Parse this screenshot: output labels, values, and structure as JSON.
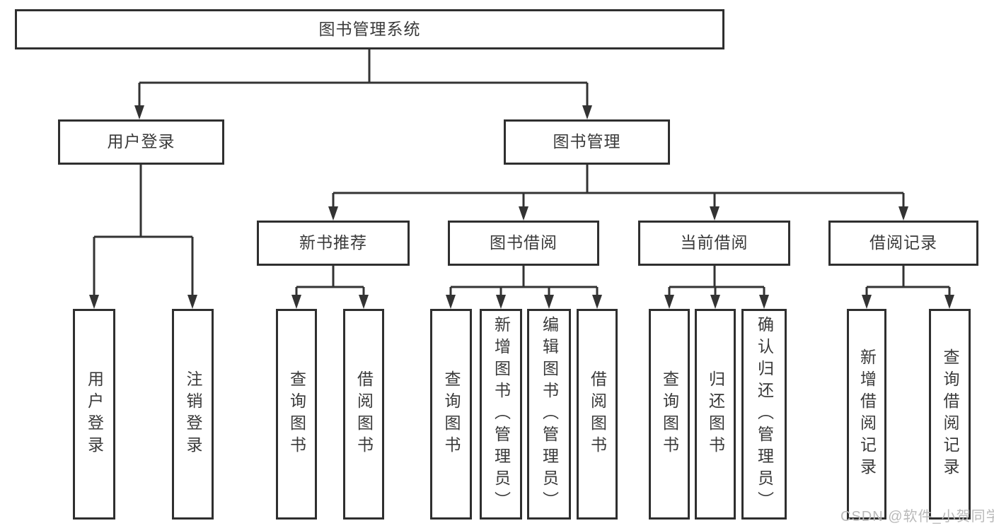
{
  "diagram": {
    "root": {
      "label": "图书管理系统"
    },
    "level2": [
      {
        "label": "用户登录"
      },
      {
        "label": "图书管理"
      }
    ],
    "level3": [
      {
        "label": "新书推荐",
        "parent": "图书管理"
      },
      {
        "label": "图书借阅",
        "parent": "图书管理"
      },
      {
        "label": "当前借阅",
        "parent": "图书管理"
      },
      {
        "label": "借阅记录",
        "parent": "图书管理"
      }
    ],
    "leaves": [
      {
        "label": "用户登录",
        "parent": "用户登录"
      },
      {
        "label": "注销登录",
        "parent": "用户登录"
      },
      {
        "label": "查询图书",
        "parent": "新书推荐"
      },
      {
        "label": "借阅图书",
        "parent": "新书推荐"
      },
      {
        "label": "查询图书",
        "parent": "图书借阅"
      },
      {
        "label": "新增图书（管理员）",
        "parent": "图书借阅"
      },
      {
        "label": "编辑图书（管理员）",
        "parent": "图书借阅"
      },
      {
        "label": "借阅图书",
        "parent": "图书借阅"
      },
      {
        "label": "查询图书",
        "parent": "当前借阅"
      },
      {
        "label": "归还图书",
        "parent": "当前借阅"
      },
      {
        "label": "确认归还（管理员）",
        "parent": "当前借阅"
      },
      {
        "label": "新增借阅记录",
        "parent": "借阅记录"
      },
      {
        "label": "查询借阅记录",
        "parent": "借阅记录"
      }
    ]
  },
  "watermark": {
    "text": "CSDN @软件_小贺同学"
  },
  "colors": {
    "line": "#333333",
    "box_border": "#2f2f2f",
    "text": "#3a3a3a",
    "background": "#ffffff",
    "watermark": "#b9b9b9"
  }
}
